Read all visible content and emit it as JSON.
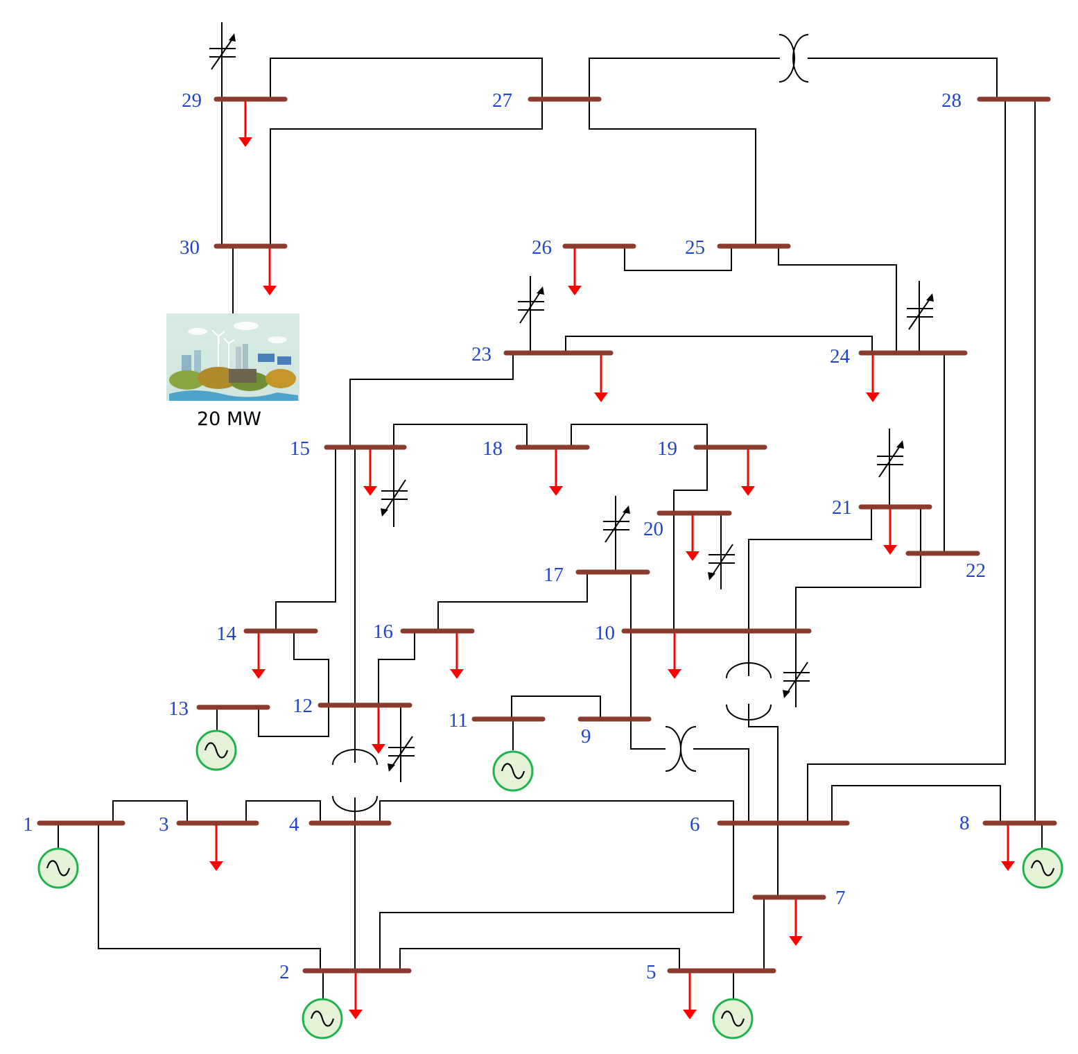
{
  "buses": [
    {
      "id": "1",
      "label": "1"
    },
    {
      "id": "2",
      "label": "2"
    },
    {
      "id": "3",
      "label": "3"
    },
    {
      "id": "4",
      "label": "4"
    },
    {
      "id": "5",
      "label": "5"
    },
    {
      "id": "6",
      "label": "6"
    },
    {
      "id": "7",
      "label": "7"
    },
    {
      "id": "8",
      "label": "8"
    },
    {
      "id": "9",
      "label": "9"
    },
    {
      "id": "10",
      "label": "10"
    },
    {
      "id": "11",
      "label": "11"
    },
    {
      "id": "12",
      "label": "12"
    },
    {
      "id": "13",
      "label": "13"
    },
    {
      "id": "14",
      "label": "14"
    },
    {
      "id": "15",
      "label": "15"
    },
    {
      "id": "16",
      "label": "16"
    },
    {
      "id": "17",
      "label": "17"
    },
    {
      "id": "18",
      "label": "18"
    },
    {
      "id": "19",
      "label": "19"
    },
    {
      "id": "20",
      "label": "20"
    },
    {
      "id": "21",
      "label": "21"
    },
    {
      "id": "22",
      "label": "22"
    },
    {
      "id": "23",
      "label": "23"
    },
    {
      "id": "24",
      "label": "24"
    },
    {
      "id": "25",
      "label": "25"
    },
    {
      "id": "26",
      "label": "26"
    },
    {
      "id": "27",
      "label": "27"
    },
    {
      "id": "28",
      "label": "28"
    },
    {
      "id": "29",
      "label": "29"
    },
    {
      "id": "30",
      "label": "30"
    }
  ],
  "renewable": {
    "caption": "20 MW"
  },
  "colors": {
    "bus": "#8B3A2E",
    "label": "#2244cc",
    "load_arrow": "#ff0000",
    "generator_ring": "#22b24c",
    "generator_fill": "#e4f2d8"
  },
  "icons": [
    "generator-icon",
    "load-arrow-icon",
    "transformer-icon",
    "capacitor-icon",
    "renewable-plant-icon"
  ]
}
